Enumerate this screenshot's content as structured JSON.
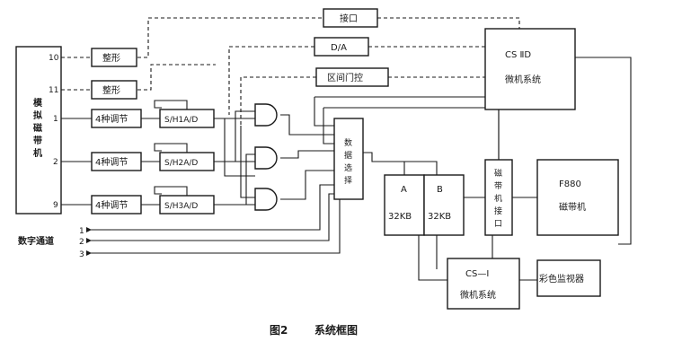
{
  "blocks": {
    "tape": "模拟磁带机",
    "interface_top": "接口",
    "shaping1": "整形",
    "shaping2": "整形",
    "adj1": "4种调节",
    "adj2": "4种调节",
    "adj3": "4种调节",
    "sh1": "S/H1A/D",
    "sh2": "S/H2A/D",
    "sh3": "S/H3A/D",
    "da": "D/A",
    "gate_ctrl": "区间门控",
    "csd_line1": "CS  ⅡD",
    "csd_line2": "微机系统",
    "data_sel": "数据选择",
    "mem_a": "A",
    "mem_b": "B",
    "mem_a_size": "32KB",
    "mem_b_size": "32KB",
    "tape_iface": "磁带机接口",
    "f880_line1": "F880",
    "f880_line2": "磁带机",
    "csi": "CS—Ⅰ",
    "csi_line2": "微机系统",
    "monitor": "彩色监视器"
  },
  "pins": {
    "p10": "10",
    "p11": "11",
    "p1": "1",
    "p2": "2",
    "p9": "9"
  },
  "digital": {
    "label": "数字通道",
    "ch1": "1",
    "ch2": "2",
    "ch3": "3"
  },
  "caption": {
    "number": "图2",
    "title": "系统框图"
  }
}
